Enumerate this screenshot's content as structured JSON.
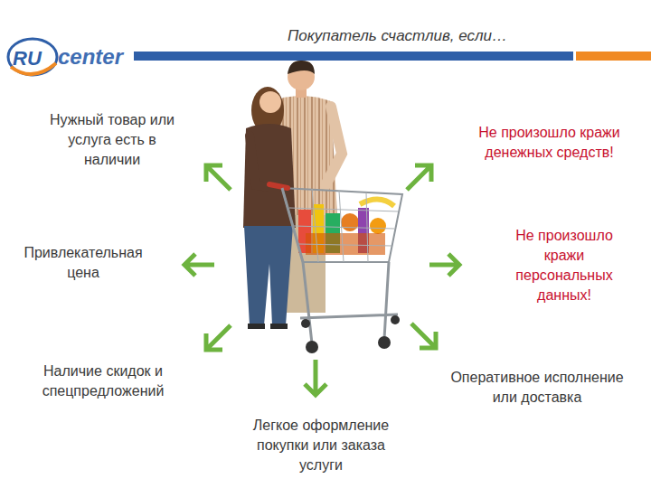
{
  "diagram": {
    "title": "Покупатель счастлив, если…",
    "labels": [
      "RU",
      "center",
      "Нужный товар или услуга есть в наличии",
      "Не произошло кражи денежных средств!",
      "Привлекательная цена",
      "Не произошло кражи персональных данных!",
      "Наличие скидок и спецпредложений",
      "Оперативное исполнение или доставка",
      "Легкое оформление покупки или заказа услуги"
    ]
  }
}
